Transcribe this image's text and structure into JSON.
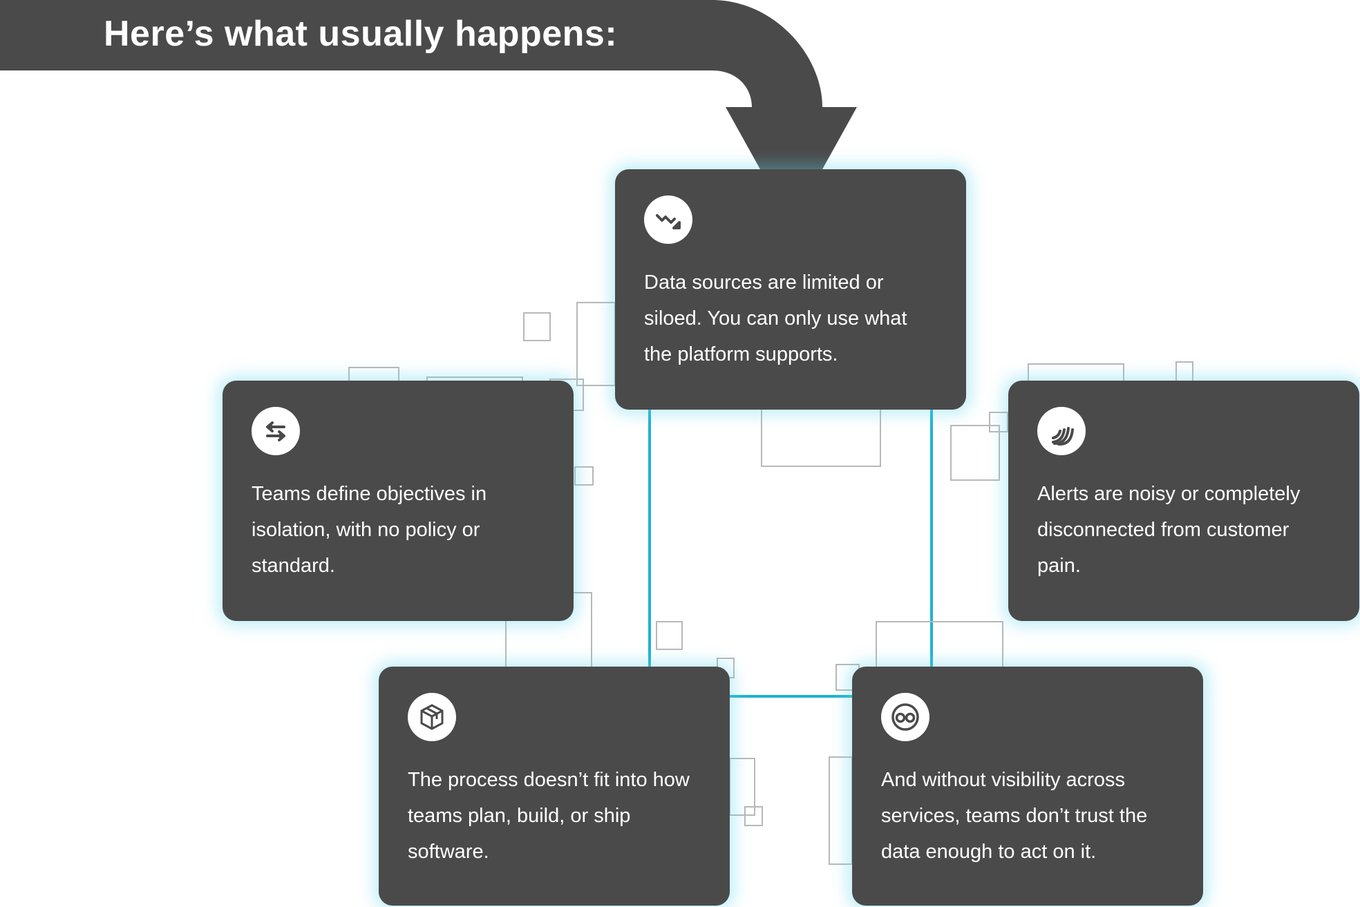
{
  "header": {
    "title": "Here’s what usually happens:"
  },
  "colors": {
    "card": "#4a4a4a",
    "banner": "#4a4a4a",
    "connector": "#1fb3cf",
    "glow": "#60d6f0"
  },
  "cards": [
    {
      "id": "top",
      "icon": "trend-down-icon",
      "text": "Data sources are limited or siloed. You can only use what the platform supports."
    },
    {
      "id": "left",
      "icon": "swap-arrows-icon",
      "text": "Teams define objectives in isolation, with no policy or standard."
    },
    {
      "id": "right",
      "icon": "signal-waves-icon",
      "text": "Alerts are noisy or completely disconnected from customer pain."
    },
    {
      "id": "bottom-left",
      "icon": "box-icon",
      "text": "The process doesn’t fit into how teams plan, build, or ship software."
    },
    {
      "id": "bottom-right",
      "icon": "eyes-glasses-icon",
      "text": "And without visibility across services, teams don’t trust the data enough to act on it."
    }
  ]
}
